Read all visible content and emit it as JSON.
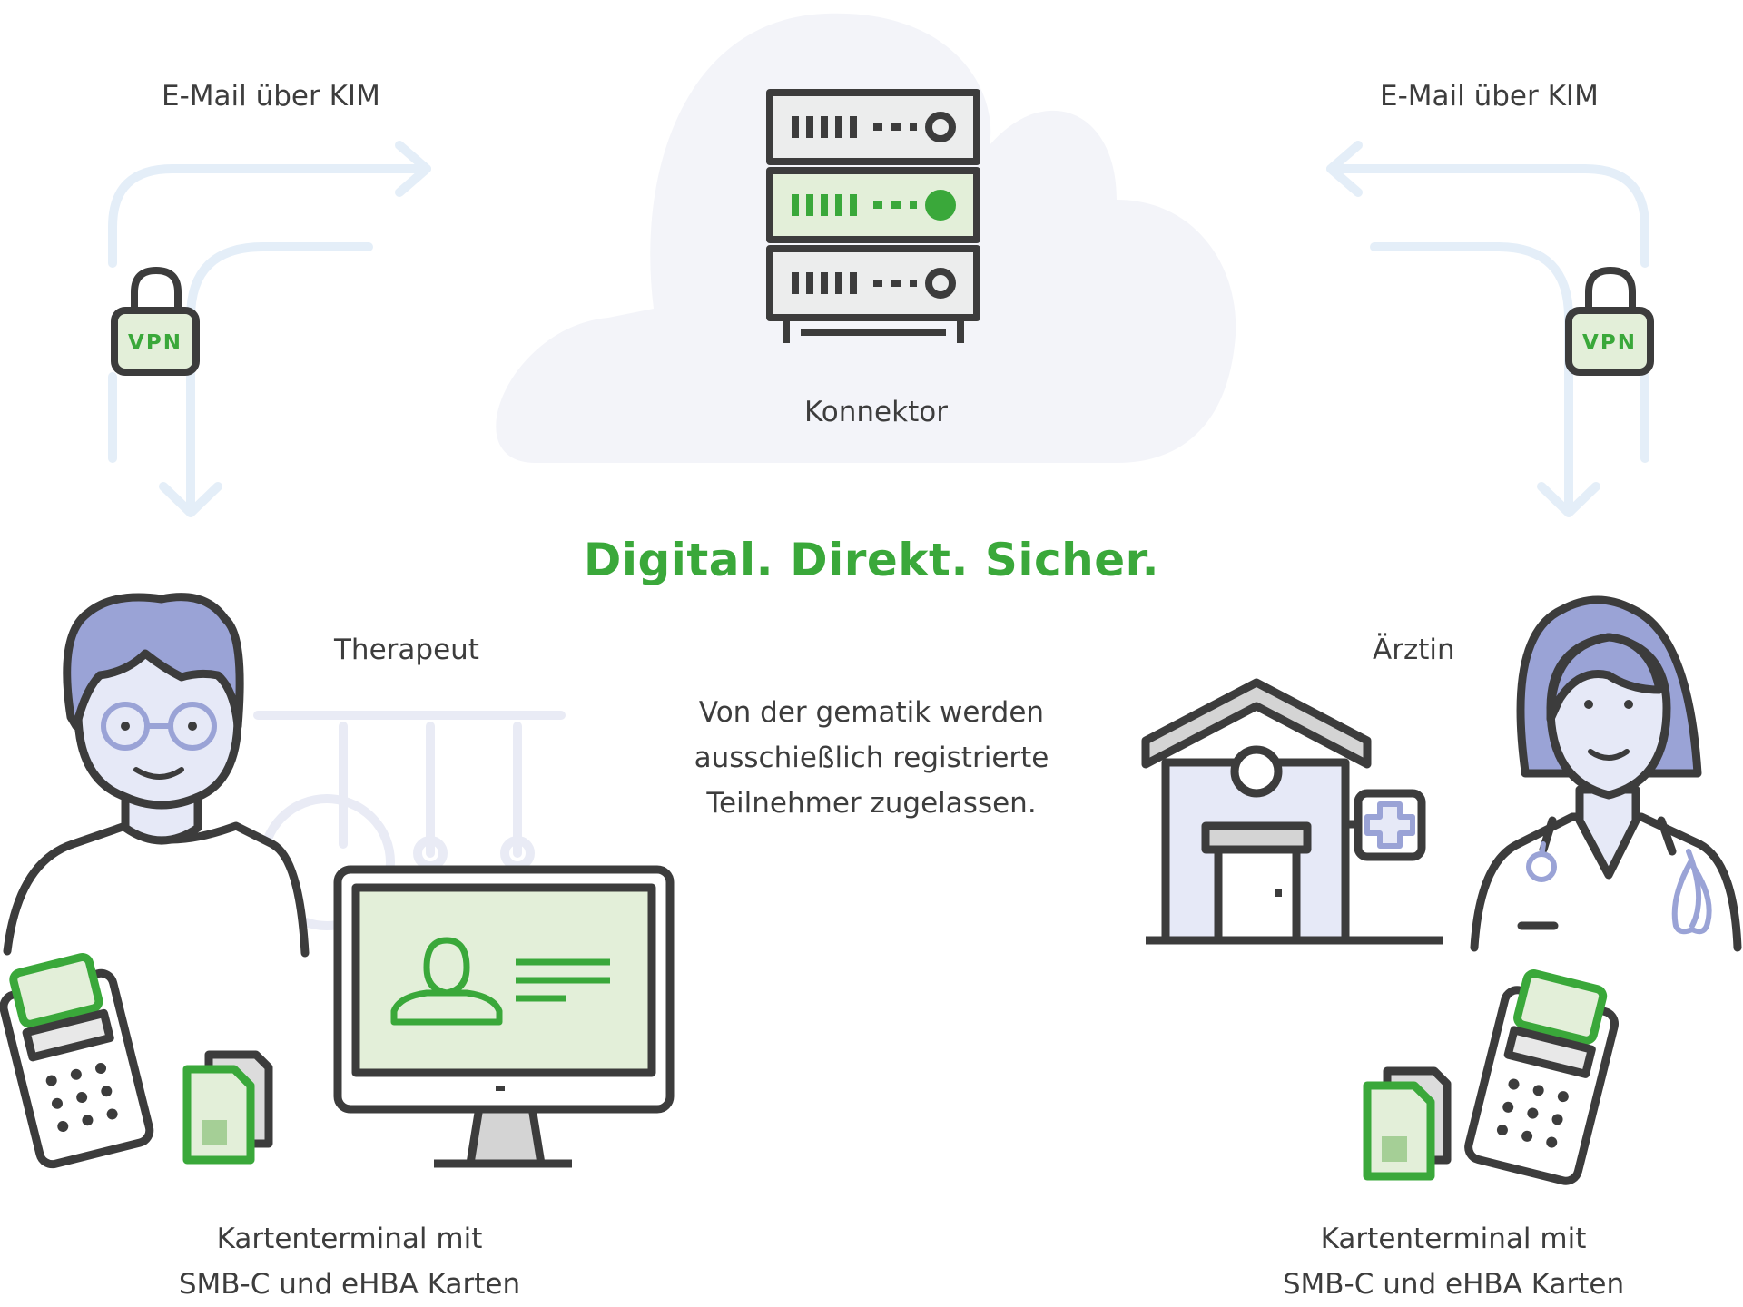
{
  "labels": {
    "email_left": "E-Mail über KIM",
    "email_right": "E-Mail über KIM",
    "vpn_left": "VPN",
    "vpn_right": "VPN",
    "connector": "Konnektor",
    "tagline": "Digital. Direkt. Sicher.",
    "therapist": "Therapeut",
    "doctor": "Ärztin",
    "description": [
      "Von der gematik werden",
      "ausschießlich registrierte",
      "Teilnehmer zugelassen."
    ],
    "terminal_left": [
      "Kartenterminal mit",
      "SMB-C und eHBA Karten"
    ],
    "terminal_right": [
      "Kartenterminal mit",
      "SMB-C und eHBA Karten"
    ]
  },
  "icons": [
    "cloud-icon",
    "server-rack-icon",
    "lock-icon",
    "arrow-icon",
    "therapist-person-icon",
    "doctor-person-icon",
    "monitor-icon",
    "card-terminal-icon",
    "sim-card-icon",
    "house-icon",
    "medical-cross-icon"
  ],
  "colors": {
    "accent_green": "#3aa83a",
    "light_green": "#e3efd9",
    "outline": "#3c3c3c",
    "lavender": "#9aa3d6",
    "lavender_light": "#e6e9f7",
    "cloud": "#f3f4f9",
    "arrow": "#e4eef8"
  }
}
